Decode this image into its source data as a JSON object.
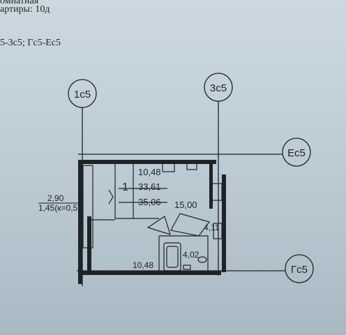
{
  "header": {
    "line_top": "омнатная",
    "line_flats": "артиры: 10д",
    "line_axes": "5-3с5; Гс5-Ес5"
  },
  "axes": {
    "v1": "1с5",
    "v2": "3с5",
    "h1": "Ес5",
    "h2": "Гс5"
  },
  "rooms": {
    "count": "1",
    "living_area": "10,48",
    "total_area_1": "33,61",
    "total_area_2": "35,06",
    "kitchen": "15,00",
    "hall": "4,11",
    "bath": "4,02",
    "room": "10,48"
  },
  "balcony": {
    "area": "2,90",
    "coef": "1,45(к=0,5)"
  },
  "colors": {
    "ink": "#1f2327",
    "paper": "#c6d3da"
  }
}
